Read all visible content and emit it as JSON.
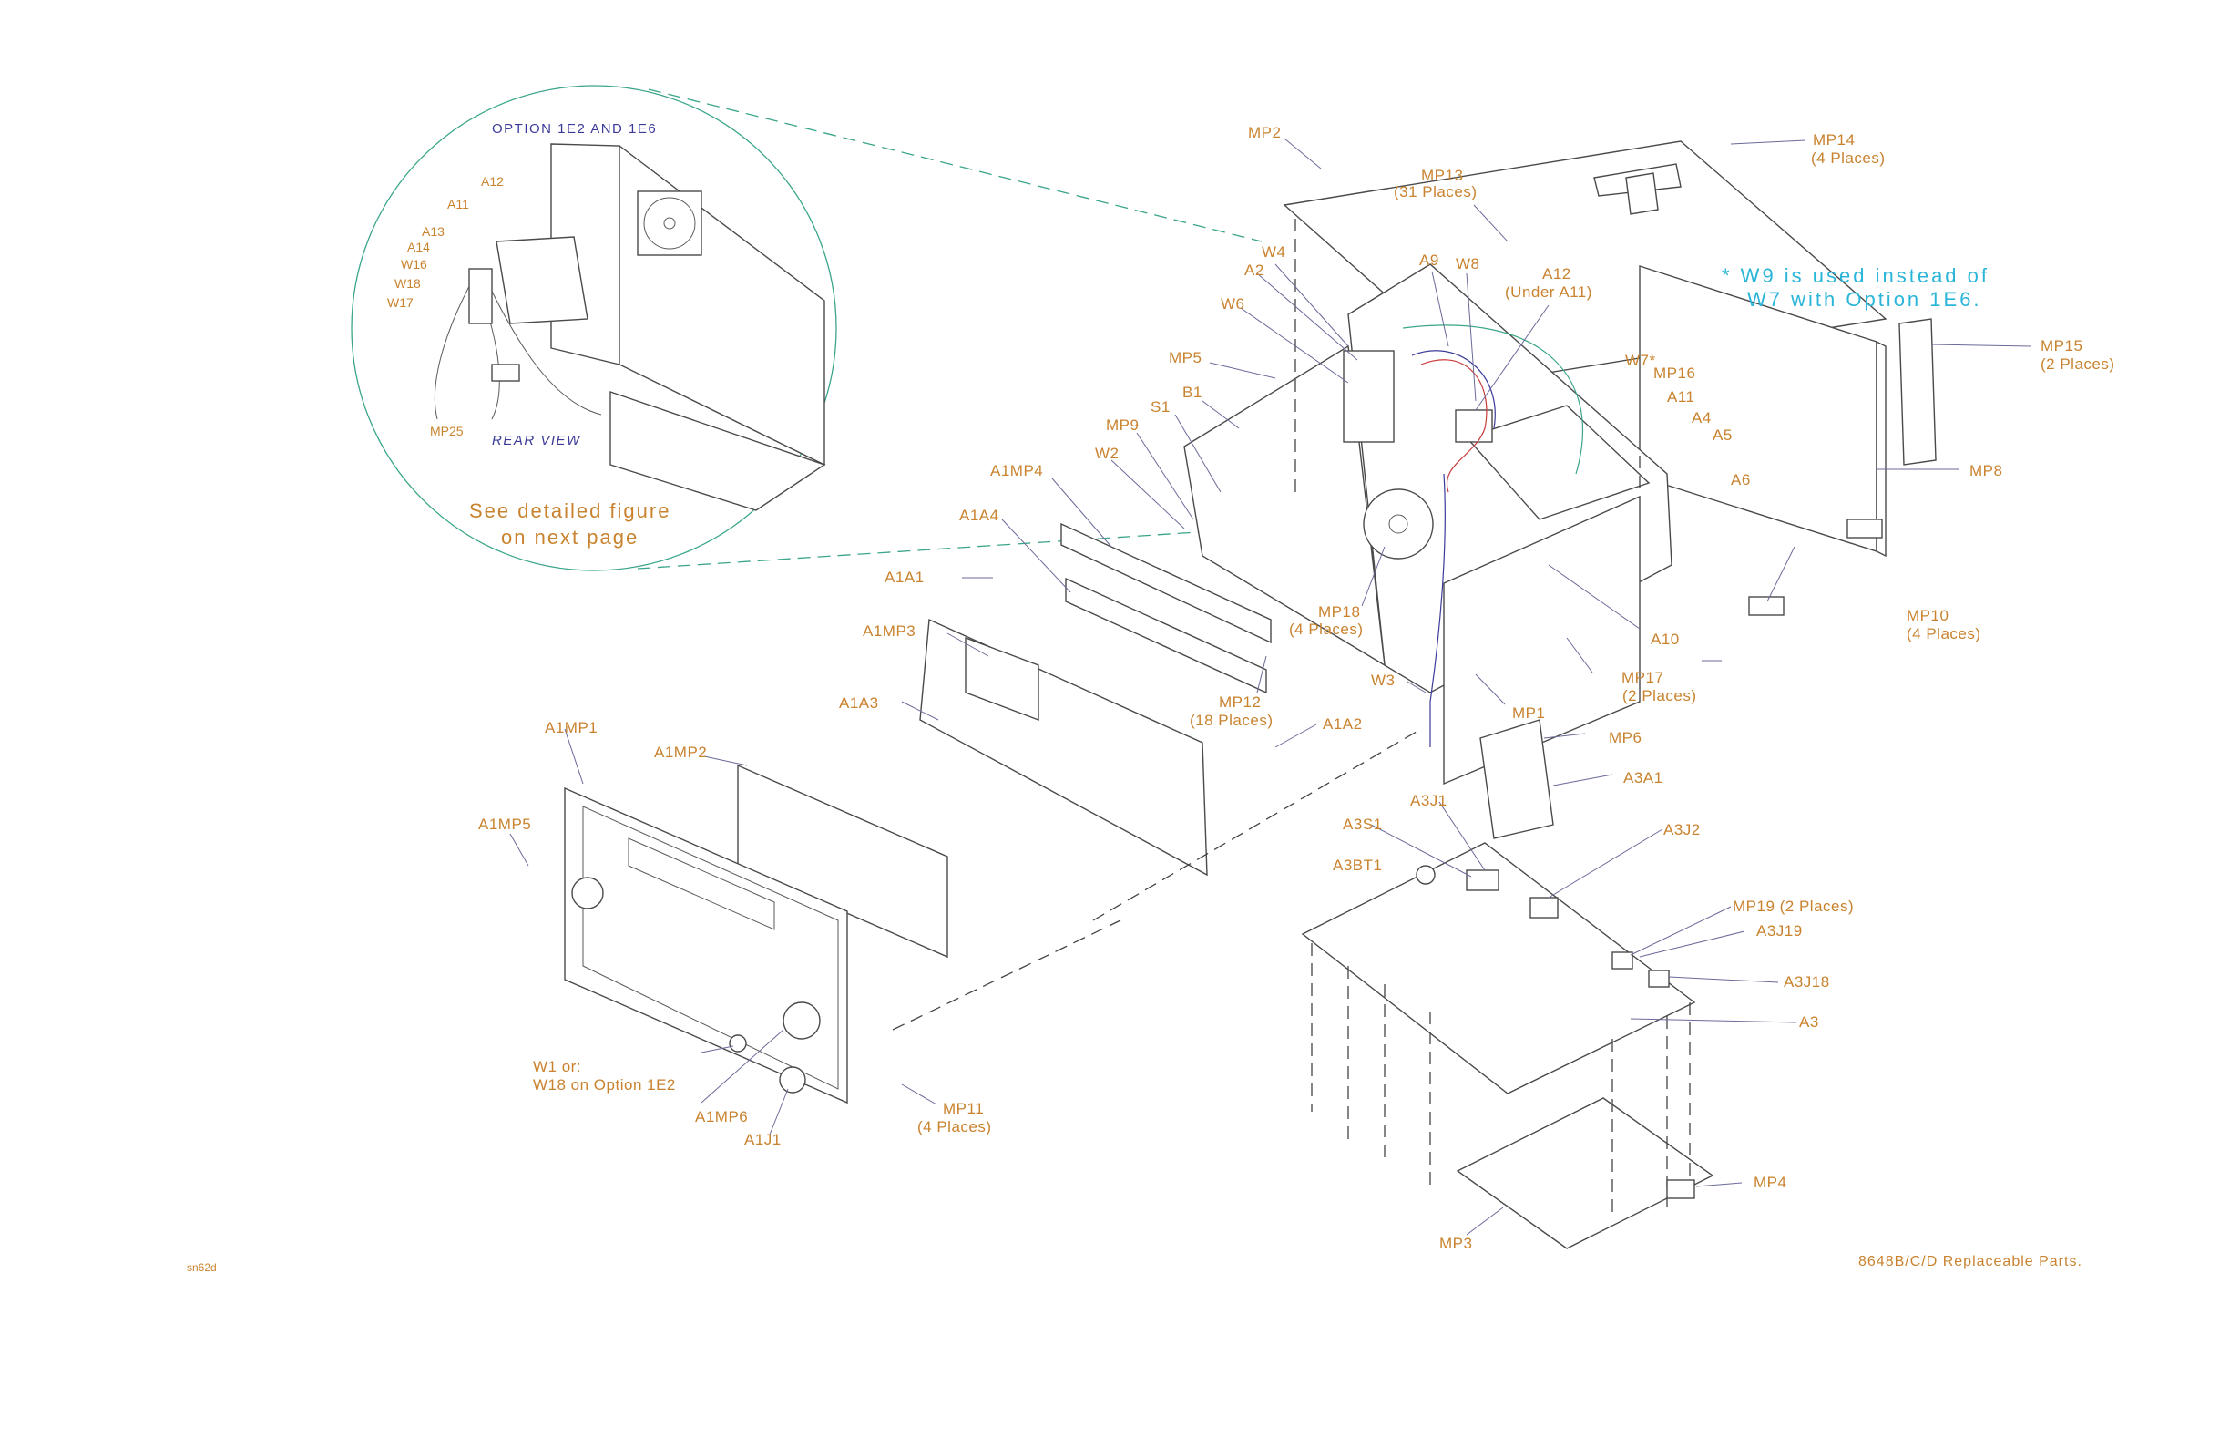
{
  "figure": {
    "file_code": "sn62d",
    "caption": "8648B/C/D Replaceable Parts.",
    "note_line1": "* W9 is used instead of",
    "note_line2": "W7 with Option 1E6.",
    "inset_title": "OPTION 1E2 AND 1E6",
    "inset_view": "REAR VIEW",
    "inset_see_line1": "See detailed figure",
    "inset_see_line2": "on next page"
  },
  "inset_labels": {
    "a12": "A12",
    "a11": "A11",
    "a13": "A13",
    "a14": "A14",
    "w16": "W16",
    "w18": "W18",
    "w17": "W17",
    "mp25": "MP25"
  },
  "labels": {
    "mp2": "MP2",
    "mp14": "MP14",
    "mp14_q": "(4 Places)",
    "mp13": "MP13",
    "mp13_q": "(31 Places)",
    "a9": "A9",
    "w8": "W8",
    "a12": "A12",
    "a12_q": "(Under A11)",
    "w4": "W4",
    "a2": "A2",
    "w6": "W6",
    "mp5": "MP5",
    "w7": "W7*",
    "mp16": "MP16",
    "a11": "A11",
    "a4": "A4",
    "a5": "A5",
    "a6": "A6",
    "mp15": "MP15",
    "mp15_q": "(2 Places)",
    "mp8": "MP8",
    "b1": "B1",
    "s1": "S1",
    "mp9": "MP9",
    "w2": "W2",
    "a1mp4": "A1MP4",
    "a1a4": "A1A4",
    "a1a1": "A1A1",
    "mp18": "MP18",
    "mp18_q": "(4 Places)",
    "a10": "A10",
    "mp10": "MP10",
    "mp10_q": "(4 Places)",
    "a1mp3": "A1MP3",
    "mp12": "MP12",
    "mp12_q": "(18 Places)",
    "w3": "W3",
    "mp1": "MP1",
    "mp17": "MP17",
    "mp17_q": "(2 Places)",
    "a1a3": "A1A3",
    "a1a2": "A1A2",
    "a1mp1": "A1MP1",
    "a1mp2": "A1MP2",
    "a1mp5": "A1MP5",
    "mp6": "MP6",
    "a3a1": "A3A1",
    "a3j1": "A3J1",
    "a3s1": "A3S1",
    "a3j2": "A3J2",
    "a3bt1": "A3BT1",
    "mp19": "MP19 (2 Places)",
    "a3j19": "A3J19",
    "a3j18": "A3J18",
    "a3": "A3",
    "w1": "W1 or:",
    "w18_opt": "W18 on Option 1E2",
    "a1mp6": "A1MP6",
    "a1j1": "A1J1",
    "mp11": "MP11",
    "mp11_q": "(4 Places)",
    "mp4": "MP4",
    "mp3": "MP3"
  }
}
